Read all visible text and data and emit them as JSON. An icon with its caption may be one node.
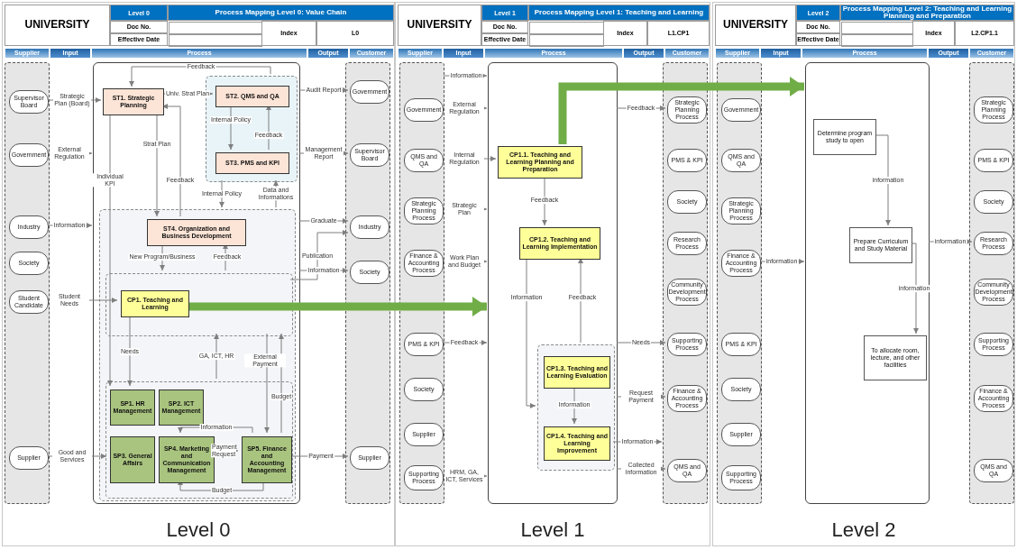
{
  "diagram": {
    "nodes": [
      {
        "text": [
          "Level 0"
        ]
      },
      {
        "text": [],
        "shape": "box",
        "in": 0
      },
      {
        "text": [
          "Supervisor Board"
        ],
        "in": 1
      },
      {
        "text": [
          "Government"
        ],
        "in": 1
      },
      {
        "text": [
          "Industry"
        ],
        "in": 1
      },
      {
        "text": [
          "Society"
        ],
        "in": 1
      },
      {
        "text": [
          "Student Candidate"
        ],
        "in": 1
      },
      {
        "text": [
          "Supplier"
        ],
        "in": 1
      },
      {
        "text": [],
        "shape": "box",
        "in": 0
      },
      {
        "text": [
          "ST1. Strategic Planning"
        ],
        "in": 8
      },
      {
        "text": [],
        "shape": "box",
        "in": 8
      },
      {
        "text": [
          "ST2. QMS and QA"
        ],
        "in": 10
      },
      {
        "text": [
          "ST3. PMS and KPI"
        ],
        "in": 10
      },
      {
        "text": [],
        "shape": "box",
        "in": 8
      },
      {
        "text": [
          "ST4. Organization and Business Development"
        ],
        "in": 13
      },
      {
        "text": [],
        "shape": "box",
        "in": 13
      },
      {
        "text": [
          "CP1. Teaching and Learning"
        ],
        "in": 15
      },
      {
        "text": [],
        "shape": "box",
        "in": 13
      },
      {
        "text": [
          "SP1. HR Management"
        ],
        "in": 17
      },
      {
        "text": [
          "SP2. ICT Management"
        ],
        "in": 17
      },
      {
        "text": [
          "SP3. General Affairs"
        ],
        "in": 17
      },
      {
        "text": [
          "SP4. Marketing and Communication Management"
        ],
        "in": 17
      },
      {
        "text": [
          "SP5. Finance and Accounting Management"
        ],
        "in": 17
      },
      {
        "text": [],
        "shape": "box",
        "in": 0
      },
      {
        "text": [
          "Government"
        ],
        "in": 23
      },
      {
        "text": [
          "Supervisor Board"
        ],
        "in": 23
      },
      {
        "text": [
          "Industry"
        ],
        "in": 23
      },
      {
        "text": [
          "Society"
        ],
        "in": 23
      },
      {
        "text": [
          "Supplier"
        ],
        "in": 23
      },
      {
        "text": [
          "Level 1"
        ]
      },
      {
        "text": [],
        "shape": "box",
        "in": 29
      },
      {
        "text": [
          "Government"
        ],
        "in": 30
      },
      {
        "text": [
          "QMS and QA"
        ],
        "in": 30
      },
      {
        "text": [
          "Strategic Planning Process"
        ],
        "in": 30
      },
      {
        "text": [
          "Finance & Accounting Process"
        ],
        "in": 30
      },
      {
        "text": [
          "PMS & KPI"
        ],
        "in": 30
      },
      {
        "text": [
          "Society"
        ],
        "in": 30
      },
      {
        "text": [
          "Supplier"
        ],
        "in": 30
      },
      {
        "text": [
          "Supporting Process"
        ],
        "in": 30
      },
      {
        "text": [],
        "shape": "box",
        "in": 29
      },
      {
        "text": [
          "CP1.1. Teaching and Learning Planning and Preparation"
        ],
        "in": 39
      },
      {
        "text": [
          "CP1.2. Teaching and Learning Implementation"
        ],
        "in": 39
      },
      {
        "text": [],
        "shape": "box",
        "in": 39
      },
      {
        "text": [
          "CP1.3. Teaching and Learning Evaluation"
        ],
        "in": 42
      },
      {
        "text": [
          "CP1.4. Teaching and Learning Improvement"
        ],
        "in": 42
      },
      {
        "text": [],
        "shape": "box",
        "in": 29
      },
      {
        "text": [
          "Strategic Planning Process"
        ],
        "in": 45
      },
      {
        "text": [
          "PMS & KPI"
        ],
        "in": 45
      },
      {
        "text": [
          "Society"
        ],
        "in": 45
      },
      {
        "text": [
          "Research Process"
        ],
        "in": 45
      },
      {
        "text": [
          "Community Development Process"
        ],
        "in": 45
      },
      {
        "text": [
          "Supporting Process"
        ],
        "in": 45
      },
      {
        "text": [
          "Finance & Accounting Process"
        ],
        "in": 45
      },
      {
        "text": [
          "QMS and QA"
        ],
        "in": 45
      },
      {
        "text": [
          "Level 2"
        ]
      },
      {
        "text": [],
        "shape": "box",
        "in": 54
      },
      {
        "text": [
          "Government"
        ],
        "in": 55
      },
      {
        "text": [
          "QMS and QA"
        ],
        "in": 55
      },
      {
        "text": [
          "Strategic Planning Process"
        ],
        "in": 55
      },
      {
        "text": [
          "Finance & Accounting Process"
        ],
        "in": 55
      },
      {
        "text": [
          "PMS & KPI"
        ],
        "in": 55
      },
      {
        "text": [
          "Society"
        ],
        "in": 55
      },
      {
        "text": [
          "Supplier"
        ],
        "in": 55
      },
      {
        "text": [
          "Supporting Process"
        ],
        "in": 55
      },
      {
        "text": [],
        "shape": "box",
        "in": 54
      },
      {
        "text": [
          "Determine program study to open"
        ],
        "in": 64
      },
      {
        "text": [
          "Prepare Curriculum and Study Material"
        ],
        "in": 64
      },
      {
        "text": [
          "To allocate room, lecture, and other facilities"
        ],
        "in": 64
      },
      {
        "text": [],
        "shape": "box",
        "in": 54
      },
      {
        "text": [
          "Strategic Planning Process"
        ],
        "in": 68
      },
      {
        "text": [
          "PMS & KPI"
        ],
        "in": 68
      },
      {
        "text": [
          "Society"
        ],
        "in": 68
      },
      {
        "text": [
          "Research Process"
        ],
        "in": 68
      },
      {
        "text": [
          "Community Development Process"
        ],
        "in": 68
      },
      {
        "text": [
          "Supporting Process"
        ],
        "in": 68
      },
      {
        "text": [
          "Finance & Accounting Process"
        ],
        "in": 68
      },
      {
        "text": [
          "QMS and QA"
        ],
        "in": 68
      }
    ],
    "edges": [
      {
        "from": 2,
        "to": 9,
        "arrow": "to",
        "label": "Strategic Plan (Board)"
      },
      {
        "from": 9,
        "to": 11,
        "arrow": "to",
        "label": "Univ. Strat Plan"
      },
      {
        "from": 11,
        "to": 12,
        "arrow": "to",
        "label": "Internal Policy"
      },
      {
        "from": 12,
        "to": 11,
        "arrow": "to",
        "label": "Feedback"
      },
      {
        "from": 10,
        "to": 9,
        "arrow": "to",
        "label": "Feedback"
      },
      {
        "from": 9,
        "to": 18,
        "arrow": "to",
        "label": "Individual KPI"
      },
      {
        "from": 9,
        "to": 14,
        "arrow": "to",
        "label": "Strat Plan"
      },
      {
        "from": 14,
        "to": 9,
        "arrow": "to",
        "label": "Feedback"
      },
      {
        "from": 10,
        "to": 13,
        "arrow": "to",
        "label": "Internal Policy"
      },
      {
        "from": 13,
        "to": 10,
        "arrow": "to",
        "label": "Data and Informations"
      },
      {
        "from": 14,
        "to": 15,
        "arrow": "to",
        "label": "New Program/Business"
      },
      {
        "from": 15,
        "to": 14,
        "arrow": "to",
        "label": "Feedback"
      },
      {
        "from": 3,
        "to": 8,
        "arrow": "to",
        "label": "External Regulation"
      },
      {
        "from": 4,
        "to": 8,
        "arrow": "to",
        "label": "Information"
      },
      {
        "from": 6,
        "to": 16,
        "arrow": "to",
        "label": "Student Needs"
      },
      {
        "from": 7,
        "to": 20,
        "arrow": "to",
        "label": "Good and Services"
      },
      {
        "from": 16,
        "to": 18,
        "arrow": "to",
        "label": "Needs"
      },
      {
        "from": 17,
        "to": 15,
        "arrow": "to",
        "label": "GA, ICT, HR"
      },
      {
        "from": 21,
        "to": 22,
        "arrow": "to",
        "label": "Payment Request"
      },
      {
        "from": 22,
        "to": 21,
        "arrow": "to",
        "label": "Information"
      },
      {
        "from": 22,
        "to": 15,
        "arrow": "to",
        "label": "Budget"
      },
      {
        "from": 22,
        "to": 21,
        "arrow": "to",
        "label": "Budget"
      },
      {
        "from": 15,
        "to": 22,
        "arrow": "to",
        "label": "External Payment"
      },
      {
        "from": 15,
        "to": 26,
        "arrow": "to",
        "label": "Publication"
      },
      {
        "from": 22,
        "to": 28,
        "arrow": "to",
        "label": "Payment"
      },
      {
        "from": 8,
        "to": 24,
        "arrow": "to",
        "label": "Audit Report"
      },
      {
        "from": 8,
        "to": 25,
        "arrow": "to",
        "label": "Management Report"
      },
      {
        "from": 8,
        "to": 26,
        "arrow": "to",
        "label": "Graduate"
      },
      {
        "from": 8,
        "to": 27,
        "arrow": "to",
        "label": "Information"
      },
      {
        "from": 16,
        "to": 39,
        "arrow": "to",
        "style": "thick",
        "color": "#70ad47"
      },
      {
        "from": 30,
        "to": 39,
        "arrow": "to",
        "label": "Information"
      },
      {
        "from": 31,
        "to": 39,
        "arrow": "to",
        "label": "External Regulation"
      },
      {
        "from": 32,
        "to": 40,
        "arrow": "to",
        "label": "Internal Regulation"
      },
      {
        "from": 33,
        "to": 39,
        "arrow": "to",
        "label": "Strategic Plan"
      },
      {
        "from": 34,
        "to": 39,
        "arrow": "to",
        "label": "Work Plan and Budget"
      },
      {
        "from": 35,
        "to": 39,
        "arrow": "to",
        "label": "Feedback"
      },
      {
        "from": 38,
        "to": 39,
        "arrow": "to",
        "label": "HRM, GA, ICT, Services"
      },
      {
        "from": 40,
        "to": 41,
        "arrow": "to",
        "label": "Feedback"
      },
      {
        "from": 41,
        "to": 42,
        "arrow": "to",
        "label": "Information"
      },
      {
        "from": 42,
        "to": 41,
        "arrow": "to",
        "label": "Feedback"
      },
      {
        "from": 43,
        "to": 44,
        "arrow": "to",
        "label": "Information"
      },
      {
        "from": 42,
        "to": 45,
        "arrow": "to",
        "label": "Information"
      },
      {
        "from": 39,
        "to": 46,
        "arrow": "to",
        "label": "Feedback"
      },
      {
        "from": 39,
        "to": 51,
        "arrow": "to",
        "label": "Needs"
      },
      {
        "from": 39,
        "to": 52,
        "arrow": "to",
        "label": "Request Payment"
      },
      {
        "from": 39,
        "to": 53,
        "arrow": "to",
        "label": "Collected Information"
      },
      {
        "from": 40,
        "to": 64,
        "arrow": "to",
        "style": "thick",
        "color": "#70ad47"
      },
      {
        "from": 65,
        "to": 66,
        "arrow": "to",
        "label": "information"
      },
      {
        "from": 66,
        "to": 67,
        "arrow": "to",
        "label": "information"
      },
      {
        "from": 59,
        "to": 64,
        "arrow": "to",
        "label": "information"
      },
      {
        "from": 64,
        "to": 72,
        "arrow": "to",
        "label": "information"
      }
    ],
    "labels": [
      "UNIVERSITY",
      "Level 0",
      "Process Mapping Level 0: Value Chain",
      "Doc No.",
      "Effective Date",
      "Index",
      "L0",
      "Supplier",
      "Input",
      "Process",
      "Output",
      "Customer",
      "UNIVERSITY",
      "Level 1",
      "Process Mapping Level 1: Teaching and Learning",
      "Doc No.",
      "Effective Date",
      "Index",
      "L1.CP1",
      "Supplier",
      "Input",
      "Process",
      "Output",
      "Customer",
      "UNIVERSITY",
      "Level 2",
      "Process Mapping Level 2: Teaching and Learning Planning and Preparation",
      "Doc No.",
      "Effective Date",
      "Index",
      "L2.CP1.1",
      "Supplier",
      "Input",
      "Process",
      "Output",
      "Customer"
    ]
  }
}
